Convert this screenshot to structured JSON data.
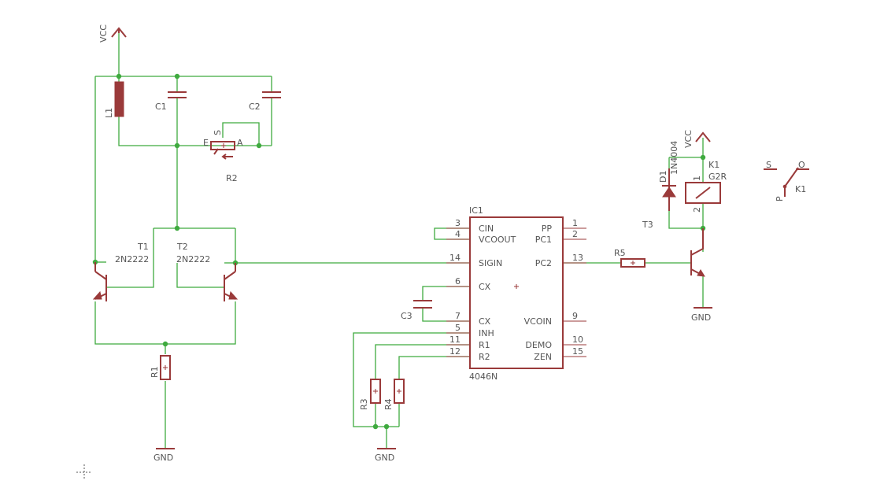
{
  "supply": {
    "vcc": "VCC"
  },
  "ground": {
    "gnd": "GND"
  },
  "parts": {
    "l1": "L1",
    "c1": "C1",
    "c2": "C2",
    "c3": "C3",
    "r1": "R1",
    "r2": "R2",
    "r3": "R3",
    "r4": "R4",
    "r5": "R5",
    "t1": "T1",
    "t1_value": "2N2222",
    "t2": "T2",
    "t2_value": "2N2222",
    "t3": "T3",
    "d1": "D1",
    "d1_value": "1N4004",
    "k1": "K1",
    "k1_value": "G2R",
    "k1_contact": "K1"
  },
  "trimmer": {
    "e": "E",
    "s": "S",
    "a": "A"
  },
  "relay": {
    "coil_pin1": "1",
    "coil_pin2": "2",
    "contact_s": "S",
    "contact_o": "O",
    "contact_p": "P"
  },
  "ic": {
    "name": "IC1",
    "value": "4046N",
    "left_pins": [
      {
        "num": "3",
        "label": "CIN"
      },
      {
        "num": "4",
        "label": "VCOOUT"
      },
      {
        "num": "14",
        "label": "SIGIN"
      },
      {
        "num": "6",
        "label": "CX"
      },
      {
        "num": "7",
        "label": "CX"
      },
      {
        "num": "5",
        "label": "INH"
      },
      {
        "num": "11",
        "label": "R1"
      },
      {
        "num": "12",
        "label": "R2"
      }
    ],
    "right_pins": [
      {
        "num": "1",
        "label": "PP"
      },
      {
        "num": "2",
        "label": "PC1"
      },
      {
        "num": "13",
        "label": "PC2"
      },
      {
        "num": "9",
        "label": "VCOIN"
      },
      {
        "num": "10",
        "label": "DEMO"
      },
      {
        "num": "15",
        "label": "ZEN"
      }
    ]
  },
  "colors": {
    "wire": "#3faa3f",
    "part": "#9a3a3a",
    "text": "#555555",
    "background": "#ffffff"
  }
}
